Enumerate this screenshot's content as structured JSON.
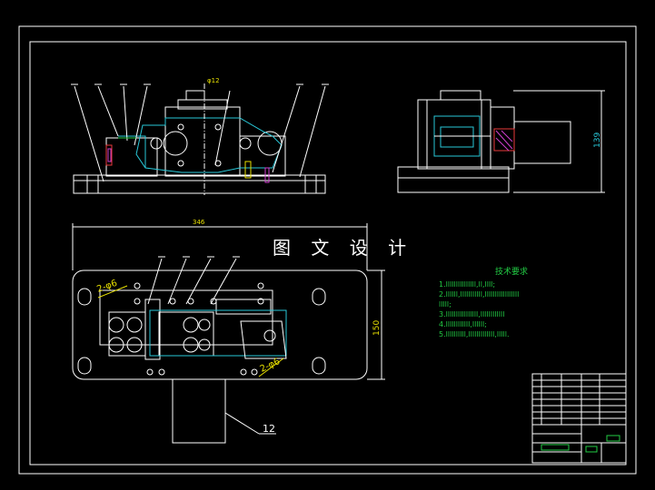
{
  "drawing": {
    "title": "图 文 设 计",
    "tech_requirements_title": "技术要求",
    "tech_lines": [
      "1.lllllllllllllll,ll,llll;",
      "2.llllll,lllllllllll,lllllllllllllllll",
      "lllll;",
      "3.llllllllllllllll,llllllllllll",
      "4.llllllllllll,llllll;",
      "5.llllllllll,lllllllllllll,lllll."
    ]
  },
  "dimensions": {
    "front_callout": "φ12",
    "side_height": "139",
    "plan_width": "346",
    "plan_height": "150",
    "hole_callout_left": "2-φ6",
    "hole_callout_right": "2-φ6",
    "part_balloon": "12"
  },
  "colors": {
    "outline": "#ffffff",
    "cyan": "#29c8d8",
    "yellow": "#e8e000",
    "green": "#22cc44",
    "red": "#e83a3a",
    "magenta": "#d040d0"
  }
}
